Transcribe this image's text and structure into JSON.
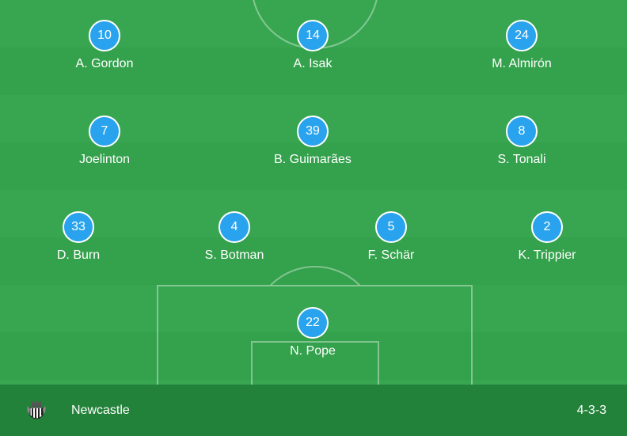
{
  "team": {
    "name": "Newcastle",
    "formation": "4-3-3",
    "crest_icon": "newcastle-crest-icon"
  },
  "colors": {
    "pitch": "#38a651",
    "pitch_stripe": "#34a14c",
    "footer": "#23823a",
    "player_marker": "#2aa3ee"
  },
  "players": [
    {
      "number": "10",
      "name": "A. Gordon"
    },
    {
      "number": "14",
      "name": "A. Isak"
    },
    {
      "number": "24",
      "name": "M. Almirón"
    },
    {
      "number": "7",
      "name": "Joelinton"
    },
    {
      "number": "39",
      "name": "B. Guimarães"
    },
    {
      "number": "8",
      "name": "S. Tonali"
    },
    {
      "number": "33",
      "name": "D. Burn"
    },
    {
      "number": "4",
      "name": "S. Botman"
    },
    {
      "number": "5",
      "name": "F. Schär"
    },
    {
      "number": "2",
      "name": "K. Trippier"
    },
    {
      "number": "22",
      "name": "N. Pope"
    }
  ]
}
